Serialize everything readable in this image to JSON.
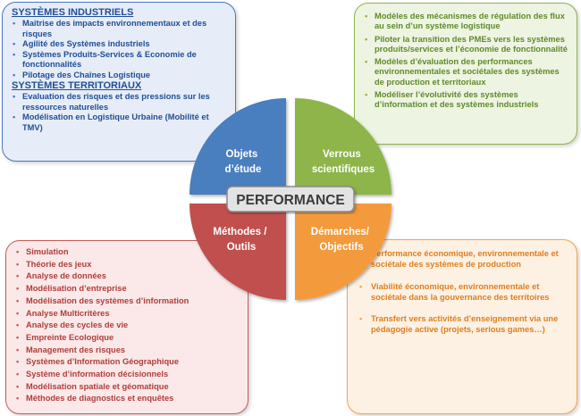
{
  "top_left": {
    "heading1": "SYSTÈMES INDUSTRIELS",
    "items1": [
      "Maitrise des impacts environnementaux et des risques",
      "Agilité des Systèmes industriels",
      "Systèmes Produits-Services & Economie de fonctionnalités",
      "Pilotage des Chaînes Logistique"
    ],
    "heading2": "SYSTÈMES TERRITORIAUX",
    "items2": [
      "Evaluation des risques et des pressions sur les ressources naturelles",
      "Modélisation en Logistique Urbaine (Mobilité et TMV)"
    ]
  },
  "top_right": {
    "items": [
      "Modèles des mécanismes de régulation des flux au sein d’un système logistique",
      "Piloter la transition des PMEs vers les systèmes produits/services et l’économie de fonctionnalité",
      "Modèles d’évaluation des performances environnementales et sociétales des systèmes de production et territoriaux",
      "Modéliser l’évolutivité des systèmes d’information et des systèmes industriels"
    ]
  },
  "bottom_left": {
    "items": [
      "Simulation",
      "Théorie des jeux",
      "Analyse de données",
      "Modélisation d’entreprise",
      "Modélisation des systèmes d’information",
      "Analyse Multicritères",
      "Analyse des cycles de vie",
      "Empreinte Ecologique",
      "Management des risques",
      "Systèmes d’Information Géographique",
      "Système d’information décisionnels",
      "Modélisation spatiale et géomatique",
      "Méthodes de diagnostics et enquêtes"
    ]
  },
  "bottom_right": {
    "items": [
      "Performance économique, environnementale et sociétale des systèmes de production",
      "Viabilité économique, environnementale et sociétale dans la gouvernance des territoires",
      "Transfert vers activités d’enseignement via une pédagogie active (projets, serious games…)"
    ]
  },
  "wheel": {
    "quadrants": [
      {
        "key": "objets",
        "lines": [
          "Objets",
          "d’étude"
        ],
        "color": "#4a7ebf"
      },
      {
        "key": "verrous",
        "lines": [
          "Verrous",
          "scientifiques"
        ],
        "color": "#8db548"
      },
      {
        "key": "methodes",
        "lines": [
          "Méthodes /",
          "Outils"
        ],
        "color": "#c0504d"
      },
      {
        "key": "demarches",
        "lines": [
          "Démarches/",
          "Objectifs"
        ],
        "color": "#f39a3c"
      }
    ],
    "center_label": "PERFORMANCE"
  }
}
